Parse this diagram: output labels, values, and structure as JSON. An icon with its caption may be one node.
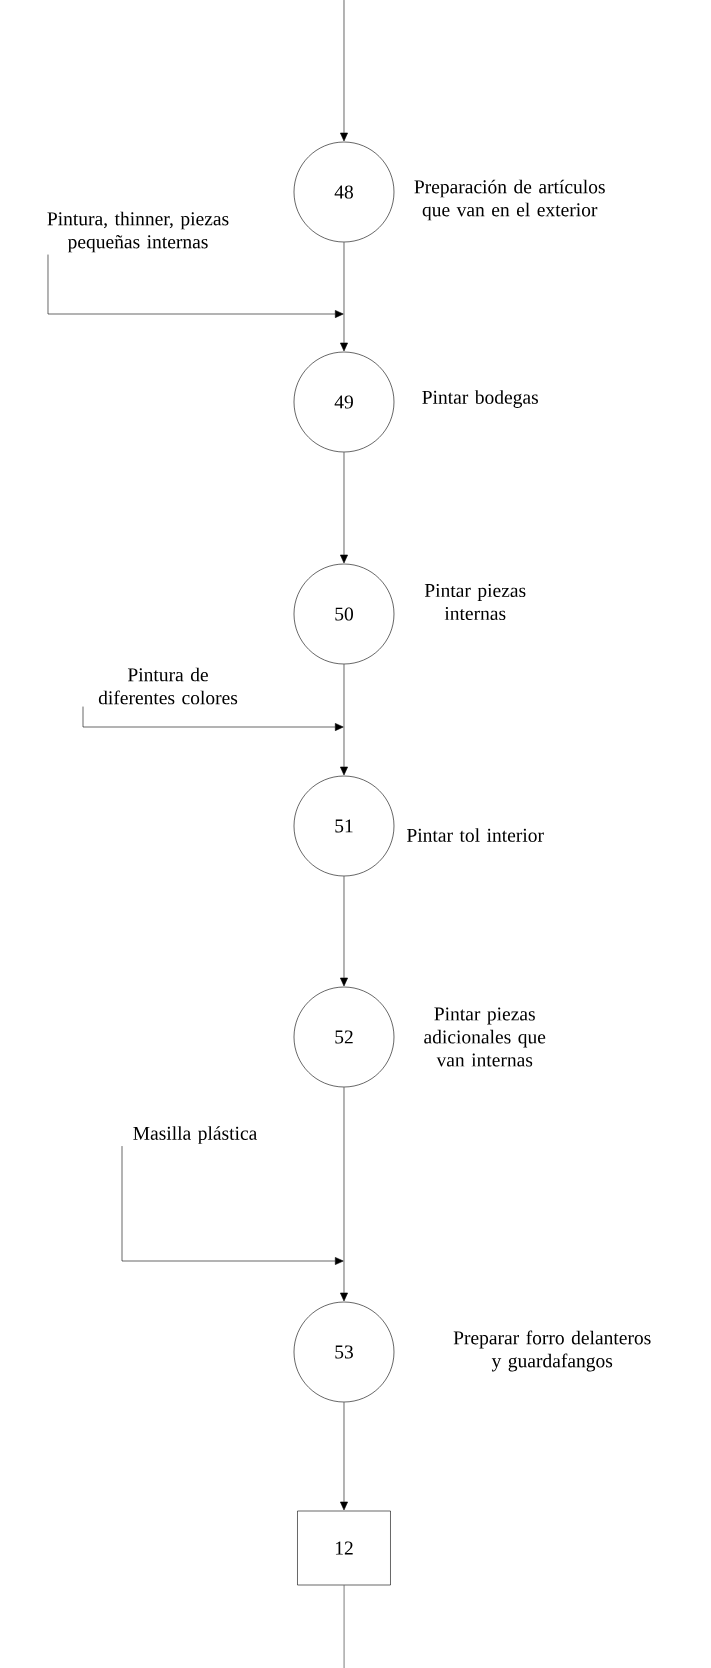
{
  "diagram": {
    "nodes": [
      {
        "text": [
          "48"
        ],
        "beside": [
          "Preparación de artículos que van en el exterior"
        ]
      },
      {
        "text": [
          "49"
        ],
        "beside": [
          "Pintar bodegas"
        ]
      },
      {
        "text": [
          "50"
        ],
        "beside": [
          "Pintar piezas internas"
        ]
      },
      {
        "text": [
          "51"
        ],
        "beside": [
          "Pintar tol interior"
        ]
      },
      {
        "text": [
          "52"
        ],
        "beside": [
          "Pintar piezas adicionales que van internas"
        ]
      },
      {
        "text": [
          "53"
        ],
        "beside": [
          "Preparar forro delanteros y guardafangos"
        ]
      },
      {
        "text": [
          "12"
        ]
      },
      {
        "text": [
          "Pintura, thinner, piezas pequeñas internas"
        ]
      },
      {
        "text": [
          "Pintura de diferentes colores"
        ]
      },
      {
        "text": [
          "Masilla plástica"
        ]
      }
    ],
    "edges": [
      {
        "from": null,
        "to": 0,
        "arrow": "to"
      },
      {
        "from": 0,
        "to": 1,
        "arrow": "to"
      },
      {
        "from": 1,
        "to": 2,
        "arrow": "to"
      },
      {
        "from": 2,
        "to": 3,
        "arrow": "to"
      },
      {
        "from": 3,
        "to": 4,
        "arrow": "to"
      },
      {
        "from": 4,
        "to": 5,
        "arrow": "to"
      },
      {
        "from": 5,
        "to": 6,
        "arrow": "to"
      },
      {
        "from": 6,
        "to": null,
        "arrow": "none"
      },
      {
        "from": 7,
        "to": null,
        "arrow": "to"
      },
      {
        "from": 8,
        "to": null,
        "arrow": "to"
      },
      {
        "from": 9,
        "to": null,
        "arrow": "to"
      }
    ]
  }
}
